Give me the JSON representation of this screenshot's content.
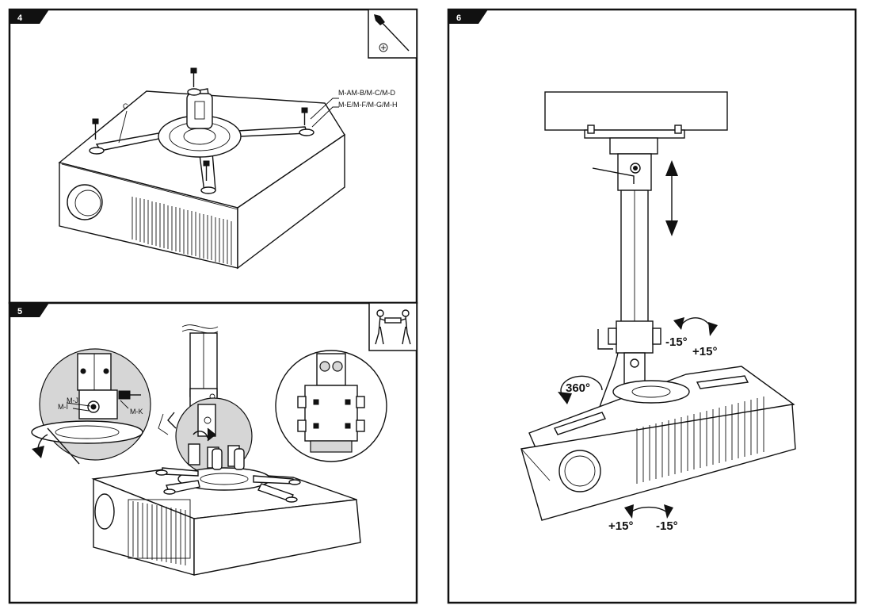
{
  "steps": [
    {
      "number": "4",
      "tool_icon": "screwdriver-icon",
      "labels": {
        "washer_screws": "M-AM-B/M-C/M-D",
        "bolts": "M-E/M-F/M-G/M-H",
        "bracket": "C"
      }
    },
    {
      "number": "5",
      "tool_icon": "two-people-lifting-icon",
      "labels": {
        "part_j": "M-J",
        "part_i": "M-I",
        "part_k": "M-K"
      }
    },
    {
      "number": "6",
      "labels": {
        "tilt_minus": "-15°",
        "tilt_plus": "+15°",
        "rotate": "360°",
        "swing_plus": "+15°",
        "swing_minus": "-15°"
      }
    }
  ],
  "colors": {
    "line": "#111111",
    "fill_gray": "#d6d6d6",
    "tab": "#111111",
    "background": "#ffffff"
  }
}
